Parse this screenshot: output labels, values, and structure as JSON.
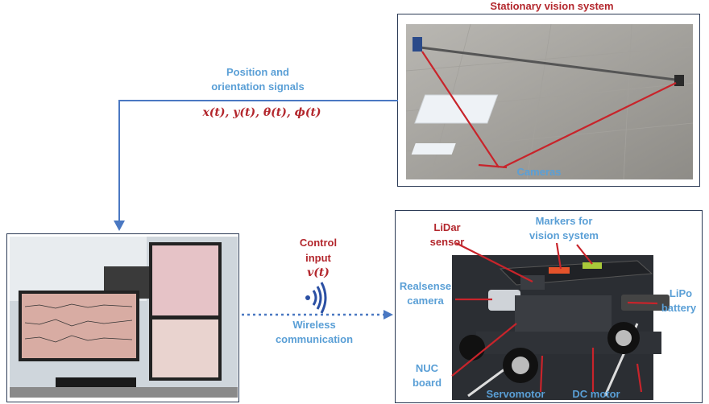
{
  "top_panel": {
    "title": "Stationary vision system",
    "cameras_label": "Cameras"
  },
  "signals": {
    "label_line1": "Position and",
    "label_line2": "orientation signals",
    "formula": "x(t), y(t), θ(t), ϕ(t)"
  },
  "control": {
    "line1": "Control",
    "line2": "input",
    "formula": "v(t)",
    "wireless_line1": "Wireless",
    "wireless_line2": "communication"
  },
  "car_labels": {
    "lidar_line1": "LiDar",
    "lidar_line2": "sensor",
    "markers_line1": "Markers for",
    "markers_line2": "vision system",
    "realsense_line1": "Realsense",
    "realsense_line2": "camera",
    "lipo_line1": "LiPo",
    "lipo_line2": "battery",
    "nuc_line1": "NUC",
    "nuc_line2": "board",
    "servo": "Servomotor",
    "dc": "DC motor"
  },
  "colors": {
    "label_blue": "#5a9fd6",
    "label_red": "#b3272d",
    "arrow_red": "#c8242b",
    "wire_blue": "#4a78c2"
  }
}
